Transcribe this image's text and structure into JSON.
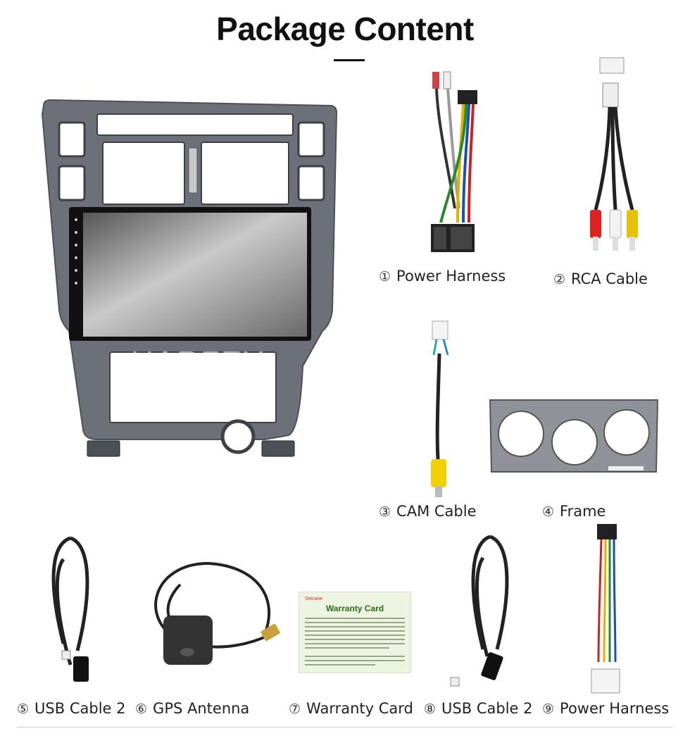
{
  "page": {
    "title": "Package Content",
    "watermark": "HARFEY"
  },
  "items": [
    {
      "num": "①",
      "label": "Power Harness"
    },
    {
      "num": "②",
      "label": "RCA Cable"
    },
    {
      "num": "③",
      "label": "CAM Cable"
    },
    {
      "num": "④",
      "label": "Frame"
    },
    {
      "num": "⑤",
      "label": "USB Cable 2"
    },
    {
      "num": "⑥",
      "label": "GPS Antenna"
    },
    {
      "num": "⑦",
      "label": "Warranty Card"
    },
    {
      "num": "⑧",
      "label": "USB Cable 2"
    },
    {
      "num": "⑨",
      "label": "Power Harness"
    }
  ],
  "warranty_card": {
    "brand": "Seicane",
    "heading": "Warranty Card"
  },
  "colors": {
    "frame": "#6c7079",
    "screen": "#8e8e8e",
    "text": "#222222",
    "card_bg": "#eef4e2",
    "card_heading": "#2f6a1a"
  }
}
